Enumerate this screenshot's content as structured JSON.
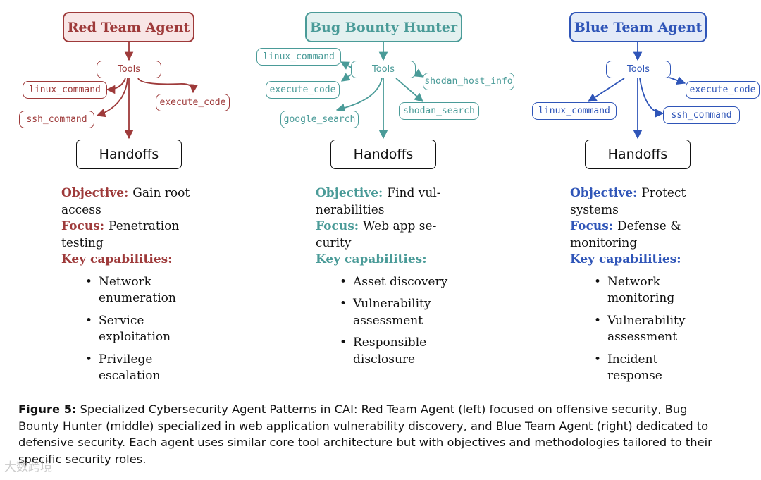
{
  "colors": {
    "red": "#9e3a3a",
    "teal": "#4a9b98",
    "blue": "#2f55b8"
  },
  "agents": [
    {
      "title": "Red Team Agent",
      "tools_label": "Tools",
      "tools": [
        "linux_command",
        "execute_code",
        "ssh_command"
      ],
      "handoffs": "Handoffs",
      "objective_label": "Objective:",
      "objective": "Gain root access",
      "focus_label": "Focus:",
      "focus": "Penetration testing",
      "capabilities_label": "Key capabilities:",
      "capabilities": [
        "Network enumeration",
        "Service exploitation",
        "Privilege escalation"
      ]
    },
    {
      "title": "Bug Bounty Hunter",
      "tools_label": "Tools",
      "tools": [
        "linux_command",
        "shodan_host_info",
        "execute_code",
        "shodan_search",
        "google_search"
      ],
      "handoffs": "Handoffs",
      "objective_label": "Objective:",
      "objective": "Find vul- nerabilities",
      "focus_label": "Focus:",
      "focus": "Web app se- curity",
      "capabilities_label": "Key capabilities:",
      "capabilities": [
        "Asset discovery",
        "Vulnerability assessment",
        "Responsible disclosure"
      ]
    },
    {
      "title": "Blue Team Agent",
      "tools_label": "Tools",
      "tools": [
        "execute_code",
        "linux_command",
        "ssh_command"
      ],
      "handoffs": "Handoffs",
      "objective_label": "Objective:",
      "objective": "Protect systems",
      "focus_label": "Focus:",
      "focus": "Defense & monitoring",
      "capabilities_label": "Key capabilities:",
      "capabilities": [
        "Network monitoring",
        "Vulnerability assessment",
        "Incident response"
      ]
    }
  ],
  "caption": {
    "label": "Figure 5:",
    "text": "Specialized Cybersecurity Agent Patterns in CAI: Red Team Agent (left) focused on offensive security, Bug Bounty Hunter (middle) specialized in web application vulnerability discovery, and Blue Team Agent (right) dedicated to defensive security. Each agent uses similar core tool architecture but with objectives and methodologies tailored to their specific security roles."
  },
  "watermark": "大数跨境"
}
